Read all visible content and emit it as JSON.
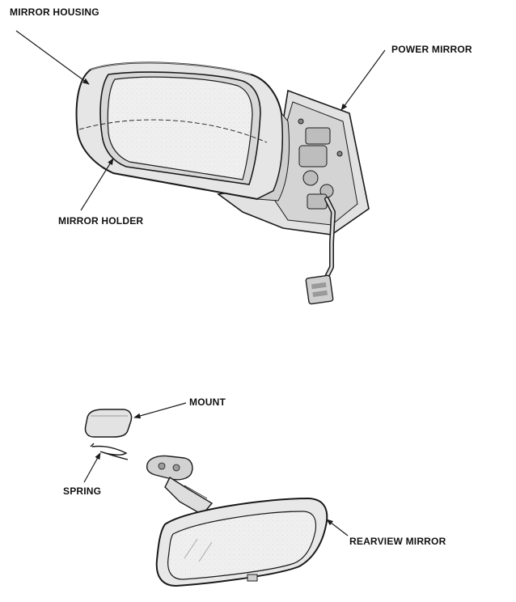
{
  "labels": {
    "mirror_housing": "MIRROR HOUSING",
    "power_mirror": "POWER MIRROR",
    "mirror_holder": "MIRROR HOLDER",
    "mount": "MOUNT",
    "spring": "SPRING",
    "rearview_mirror": "REARVIEW MIRROR"
  },
  "colors": {
    "line": "#1a1a1a",
    "housing_fill": "#e6e6e6",
    "glass_fill": "#f1f1f1",
    "shade": "#c9c9c9"
  },
  "icons": [
    "arrow-icon"
  ]
}
